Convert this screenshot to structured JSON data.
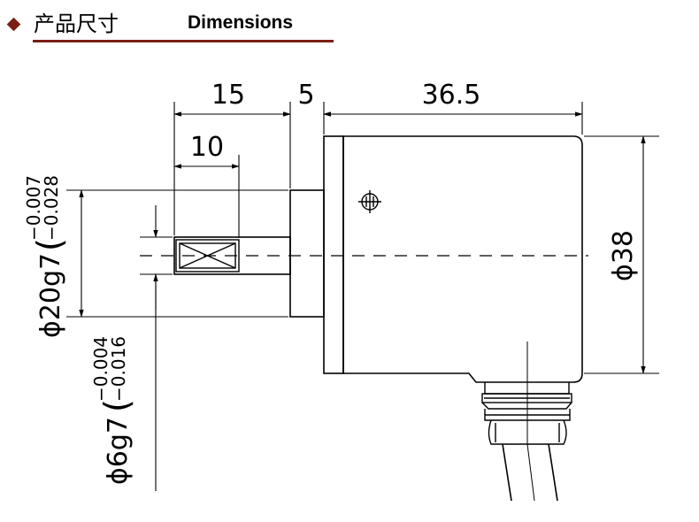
{
  "header": {
    "title_cn": "产品尺寸",
    "title_en": "Dimensions",
    "bullet_icon": "diamond-icon",
    "accent_color": "#7a1f14"
  },
  "drawing": {
    "dim_15": "15",
    "dim_5": "5",
    "dim_36_5": "36.5",
    "dim_10": "10",
    "dim_38": "ϕ38",
    "dim_20": "ϕ20g7",
    "tol_20_upper": "−0.007",
    "tol_20_lower": "−0.028",
    "dim_6": "ϕ6g7",
    "tol_6_upper": "−0.004",
    "tol_6_lower": "−0.016"
  }
}
